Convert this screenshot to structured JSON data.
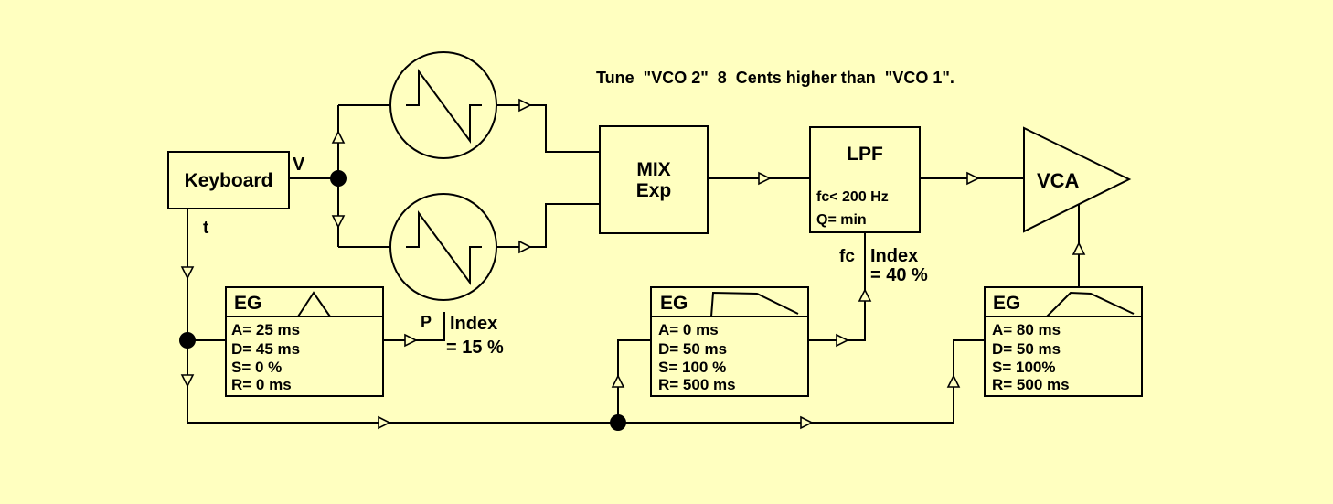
{
  "note": "Tune  \"VCO 2\"  8  Cents higher than  \"VCO 1\".",
  "keyboard": {
    "label": "Keyboard",
    "out_v": "V",
    "out_t": "t"
  },
  "vco1": {
    "icon": "sawtooth-wave-icon"
  },
  "vco2": {
    "icon": "sawtooth-wave-icon",
    "port": "P",
    "mod_label": "Index",
    "mod_value": "= 15 %"
  },
  "mixer": {
    "line1": "MIX",
    "line2": "Exp"
  },
  "lpf": {
    "title": "LPF",
    "fc": "fc< 200 Hz",
    "q": "Q= min",
    "port": "fc",
    "mod_label": "Index",
    "mod_value": "= 40 %"
  },
  "vca": {
    "label": "VCA"
  },
  "eg1": {
    "title": "EG",
    "a": "A= 25 ms",
    "d": "D= 45 ms",
    "s": "S= 0 %",
    "r": "R= 0 ms"
  },
  "eg2": {
    "title": "EG",
    "a": "A= 0 ms",
    "d": "D= 50 ms",
    "s": "S= 100 %",
    "r": "R= 500 ms"
  },
  "eg3": {
    "title": "EG",
    "a": "A= 80 ms",
    "d": "D= 50 ms",
    "s": "S= 100%",
    "r": "R= 500 ms"
  },
  "colors": {
    "background": "#FFFFC0",
    "ink": "#000000"
  }
}
